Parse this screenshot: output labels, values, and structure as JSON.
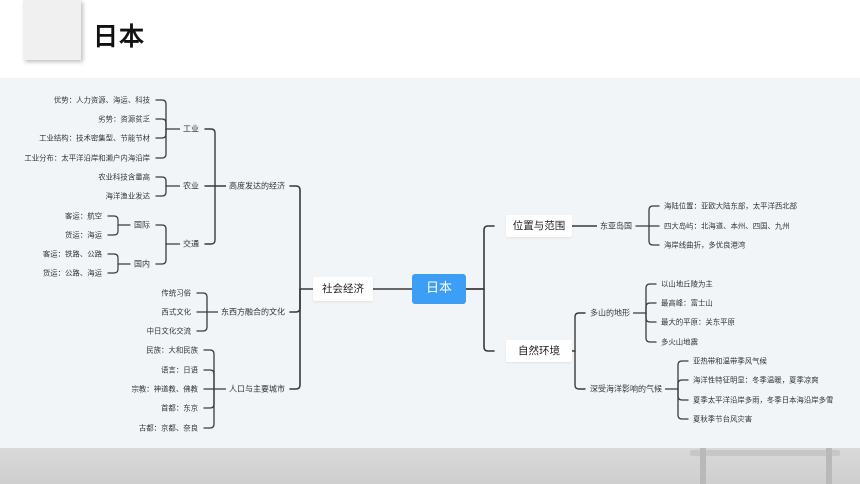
{
  "header": {
    "title": "日本"
  },
  "root": "日本",
  "left": {
    "label": "社会经济",
    "groups": [
      {
        "label": "高度发达的经济",
        "subs": [
          {
            "label": "工业",
            "leaves": [
              "优势：人力资源、海运、科技",
              "劣势：资源贫乏",
              "工业结构：技术密集型、节能节材",
              "工业分布：太平洋沿岸和濑户内海沿岸"
            ]
          },
          {
            "label": "农业",
            "leaves": [
              "农业科技含量高",
              "海洋渔业发达"
            ]
          },
          {
            "label": "交通",
            "subsubs": [
              {
                "label": "国际",
                "leaves": [
                  "客运：航空",
                  "货运：海运"
                ]
              },
              {
                "label": "国内",
                "leaves": [
                  "客运：铁路、公路",
                  "货运：公路、海运"
                ]
              }
            ]
          }
        ]
      },
      {
        "label": "东西方融合的文化",
        "leaves": [
          "传统习俗",
          "西式文化",
          "中日文化交流"
        ]
      },
      {
        "label": "人口与主要城市",
        "leaves": [
          "民族：大和民族",
          "语言：日语",
          "宗教：神道教、佛教",
          "首都：东京",
          "古都：京都、奈良"
        ]
      }
    ]
  },
  "right": [
    {
      "label": "位置与范围",
      "subs": [
        {
          "label": "东亚岛国",
          "leaves": [
            "海陆位置：亚欧大陆东部，太平洋西北部",
            "四大岛屿：北海道、本州、四国、九州",
            "海岸线曲折，多优良港湾"
          ]
        }
      ]
    },
    {
      "label": "自然环境",
      "subs": [
        {
          "label": "多山的地形",
          "leaves": [
            "以山地丘陵为主",
            "最高峰：富士山",
            "最大的平原：关东平原",
            "多火山地震"
          ]
        },
        {
          "label": "深受海洋影响的气候",
          "leaves": [
            "亚热带和温带季风气候",
            "海洋性特征明显：冬季温暖，夏季凉爽",
            "夏季太平洋沿岸多雨，冬季日本海沿岸多雪",
            "夏秋季节台风灾害"
          ]
        }
      ]
    }
  ]
}
